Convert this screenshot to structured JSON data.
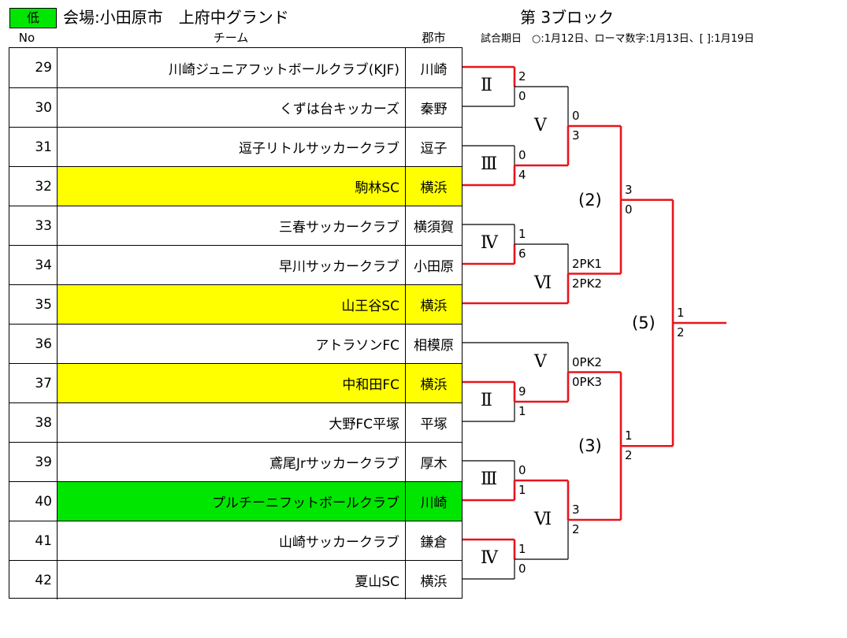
{
  "header": {
    "level_label": "低",
    "venue": "会場:小田原市　上府中グランド",
    "block": "第 3ブロック",
    "dates_note": "試合期日　○:1月12日、ローマ数字:1月13日、[ ]:1月19日",
    "col_no": "No",
    "col_team": "チーム",
    "col_city": "郡市"
  },
  "teams": [
    {
      "no": "29",
      "name": "川崎ジュニアフットボールクラブ(KJF)",
      "city": "川崎",
      "highlight": ""
    },
    {
      "no": "30",
      "name": "くずは台キッカーズ",
      "city": "秦野",
      "highlight": ""
    },
    {
      "no": "31",
      "name": "逗子リトルサッカークラブ",
      "city": "逗子",
      "highlight": ""
    },
    {
      "no": "32",
      "name": "駒林SC",
      "city": "横浜",
      "highlight": "yellow"
    },
    {
      "no": "33",
      "name": "三春サッカークラブ",
      "city": "横須賀",
      "highlight": ""
    },
    {
      "no": "34",
      "name": "早川サッカークラブ",
      "city": "小田原",
      "highlight": ""
    },
    {
      "no": "35",
      "name": "山王谷SC",
      "city": "横浜",
      "highlight": "yellow"
    },
    {
      "no": "36",
      "name": "アトラソンFC",
      "city": "相模原",
      "highlight": ""
    },
    {
      "no": "37",
      "name": "中和田FC",
      "city": "横浜",
      "highlight": "yellow"
    },
    {
      "no": "38",
      "name": "大野FC平塚",
      "city": "平塚",
      "highlight": ""
    },
    {
      "no": "39",
      "name": "鳶尾Jrサッカークラブ",
      "city": "厚木",
      "highlight": ""
    },
    {
      "no": "40",
      "name": "プルチーニフットボールクラブ",
      "city": "川崎",
      "highlight": "green"
    },
    {
      "no": "41",
      "name": "山崎サッカークラブ",
      "city": "鎌倉",
      "highlight": ""
    },
    {
      "no": "42",
      "name": "夏山SC",
      "city": "横浜",
      "highlight": ""
    }
  ],
  "colors": {
    "winner_line": "#e8141c",
    "loser_line": "#000000",
    "yellow": "#ffff00",
    "green": "#00e600"
  },
  "bracket": {
    "round1": [
      {
        "label": "Ⅱ",
        "score_top": "2",
        "score_bottom": "0"
      },
      {
        "label": "Ⅲ",
        "score_top": "0",
        "score_bottom": "4"
      },
      {
        "label": "Ⅳ",
        "score_top": "1",
        "score_bottom": "6"
      },
      {
        "label": "Ⅱ",
        "score_top": "9",
        "score_bottom": "1"
      },
      {
        "label": "Ⅲ",
        "score_top": "0",
        "score_bottom": "1"
      },
      {
        "label": "Ⅳ",
        "score_top": "1",
        "score_bottom": "0"
      }
    ],
    "round2": [
      {
        "label": "Ⅴ",
        "score_top": "0",
        "score_bottom": "3"
      },
      {
        "label": "Ⅵ",
        "score_top": "2PK1",
        "score_bottom": "2PK2"
      },
      {
        "label": "Ⅴ",
        "score_top": "0PK2",
        "score_bottom": "0PK3"
      },
      {
        "label": "Ⅵ",
        "score_top": "3",
        "score_bottom": "2"
      }
    ],
    "round3": [
      {
        "label": "(2)",
        "score_top": "3",
        "score_bottom": "0"
      },
      {
        "label": "(3)",
        "score_top": "1",
        "score_bottom": "2"
      }
    ],
    "final": {
      "label": "(5)",
      "score_top": "1",
      "score_bottom": "2"
    }
  }
}
